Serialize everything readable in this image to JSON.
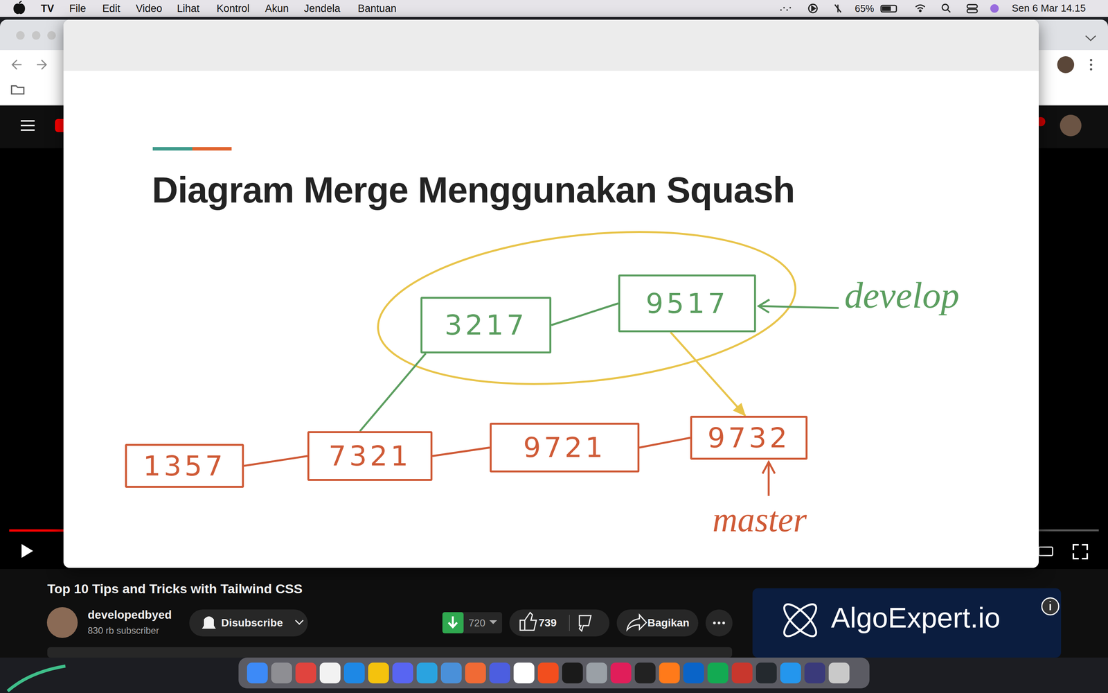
{
  "diagram": {
    "title": "Diagram Merge Menggunakan Squash",
    "nodes": [
      {
        "text": [
          "3217"
        ]
      },
      {
        "text": [
          "9517"
        ]
      },
      {
        "text": [
          "1357"
        ]
      },
      {
        "text": [
          "7321"
        ]
      },
      {
        "text": [
          "9721"
        ]
      },
      {
        "text": [
          "9732"
        ]
      }
    ],
    "edges": [
      {
        "from": 0,
        "to": 1,
        "arrow": "none"
      },
      {
        "from": 2,
        "to": 3,
        "arrow": "none"
      },
      {
        "from": 3,
        "to": 4,
        "arrow": "none"
      },
      {
        "from": 4,
        "to": 5,
        "arrow": "none"
      },
      {
        "from": 3,
        "to": 0,
        "arrow": "none"
      },
      {
        "from": 1,
        "to": 5,
        "arrow": "to"
      }
    ],
    "labels": [
      "develop",
      "master",
      "TV",
      "File",
      "Edit",
      "Video",
      "Lihat",
      "Kontrol",
      "Akun",
      "Jendela",
      "Bantuan",
      "65%",
      "Sen 6 Mar 14.15",
      "Top 10 Tips and Tricks with Tailwind CSS",
      "developedbyed",
      "830 rb subscriber",
      "Disubscribe",
      "720",
      "739",
      "Bagikan",
      "AlgoExpert.io"
    ]
  }
}
